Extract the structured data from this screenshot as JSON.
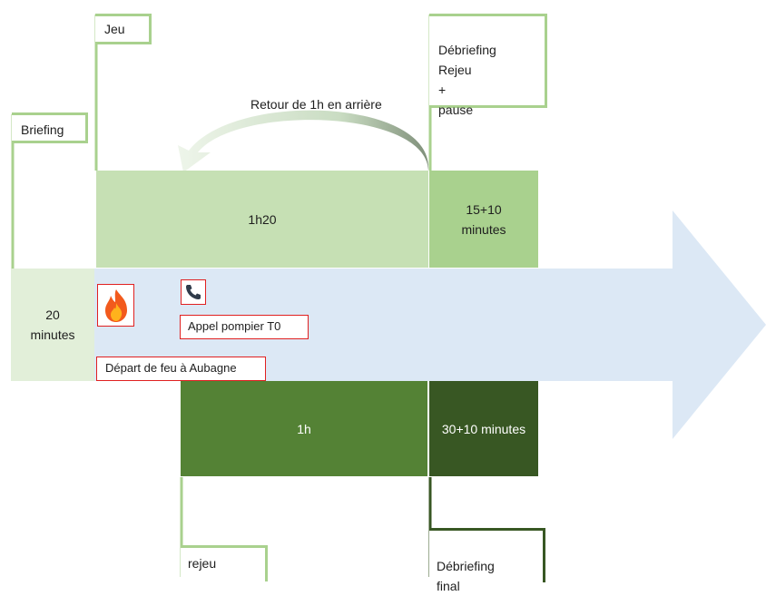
{
  "labels": {
    "jeu": "Jeu",
    "briefing": "Briefing",
    "debriefing_rejeu": "Débriefing\nRejeu\n+\npause",
    "retour": "Retour de 1h en arrière",
    "rejeu": "rejeu",
    "debriefing_final": "Débriefing\nfinal"
  },
  "blocks": {
    "game_duration": "1h20",
    "debrief_duration": "15+10\nminutes",
    "briefing_duration": "20\nminutes",
    "replay_duration": "1h",
    "final_duration": "30+10 minutes"
  },
  "events": {
    "fire_icon": "fire-icon",
    "phone_icon": "phone-icon",
    "appel": "Appel pompier T0",
    "depart": "Départ de feu à Aubagne"
  },
  "colors": {
    "arrow": "#dce8f5",
    "game_block": "#c6e0b4",
    "debrief_block": "#a9d18e",
    "briefing_block": "#e2efd9",
    "replay_block": "#548235",
    "final_block": "#385723",
    "bracket": "#a9d18e",
    "bracket_dark": "#385723"
  }
}
